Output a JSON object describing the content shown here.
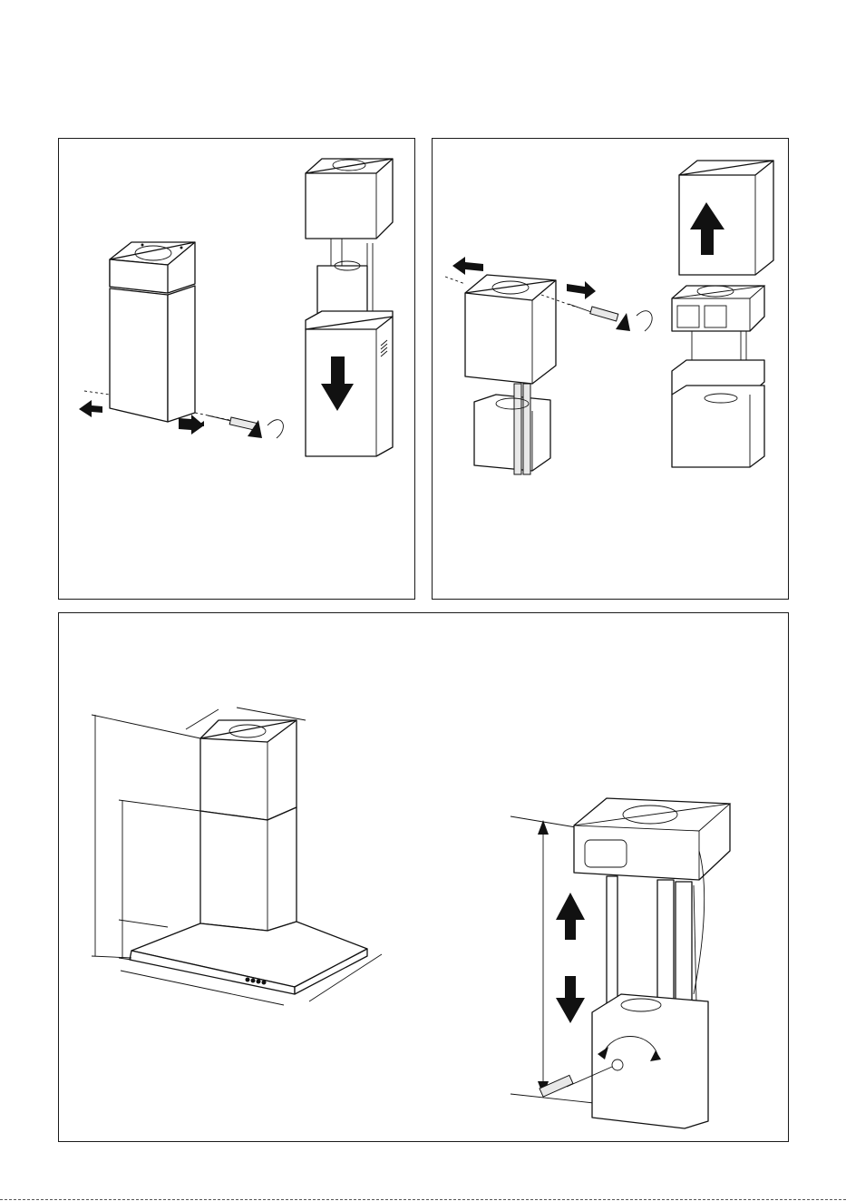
{
  "figures": [
    {
      "id": "panel-top-left",
      "arrows": [
        "arrow-left",
        "arrow-right",
        "arrow-down",
        "rotate-arrow"
      ]
    },
    {
      "id": "panel-top-right",
      "arrows": [
        "arrow-left",
        "arrow-right",
        "arrow-up",
        "rotate-arrow"
      ]
    },
    {
      "id": "panel-bottom",
      "arrows": [
        "arrow-up",
        "arrow-down",
        "rotate-arrow"
      ]
    }
  ],
  "colors": {
    "line": "#111111",
    "background": "#ffffff"
  }
}
